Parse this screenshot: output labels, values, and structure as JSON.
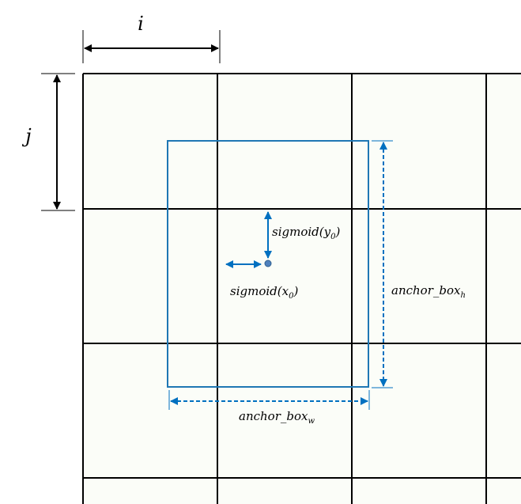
{
  "labels": {
    "i": "i",
    "j": "j",
    "sigmoid_y": {
      "base": "sigmoid(y",
      "sub": "0",
      "close": ")"
    },
    "sigmoid_x": {
      "base": "sigmoid(x",
      "sub": "0",
      "close": ")"
    },
    "anchor_h": {
      "base": "anchor_box",
      "sub": "h"
    },
    "anchor_w": {
      "base": "anchor_box",
      "sub": "w"
    }
  },
  "colors": {
    "grid": "#000000",
    "box": "#1f77b4",
    "arrow_blue": "#0070c0",
    "center_point": "#4f81bd",
    "cell_fill": "#fbfdf8"
  }
}
